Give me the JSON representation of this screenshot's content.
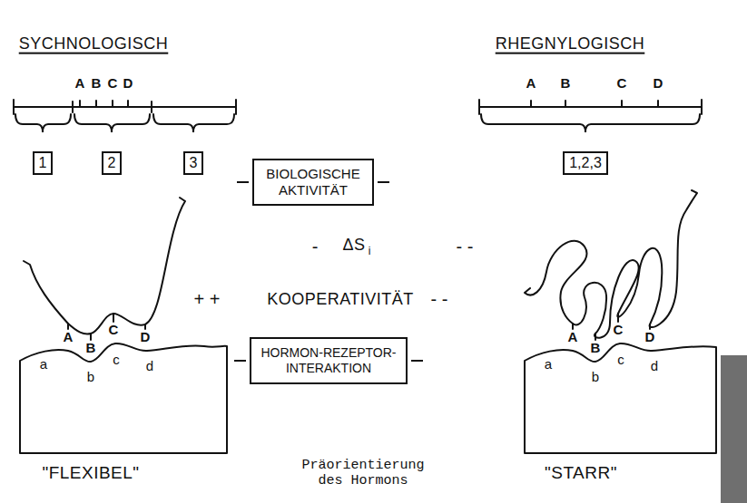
{
  "diagram": {
    "nodes": [
      {
        "text": [
          "1"
        ]
      },
      {
        "text": [
          "2"
        ]
      },
      {
        "text": [
          "3"
        ]
      },
      {
        "text": [
          "BIOLOGISCHE AKTIVITÄT"
        ]
      },
      {
        "text": [
          "1,2,3"
        ]
      },
      {
        "text": [
          "a",
          "b",
          "c",
          "d"
        ]
      },
      {
        "text": [
          "HORMON-REZEPTOR- INTERAKTION"
        ]
      },
      {
        "text": [
          "a",
          "b",
          "c",
          "d"
        ]
      }
    ],
    "labels": [
      "SYCHNOLOGISCH",
      "RHEGNYLOGISCH",
      "A",
      "B",
      "C",
      "D",
      "A",
      "B",
      "C",
      "D",
      "-",
      "ΔS",
      "i",
      "- -",
      "+ +",
      "KOOPERATIVITÄT",
      "- -",
      "A",
      "B",
      "C",
      "D",
      "A",
      "B",
      "C",
      "D",
      "\"FLEXIBEL\"",
      "Präorientierung des Hormons",
      "\"STARR\""
    ]
  }
}
